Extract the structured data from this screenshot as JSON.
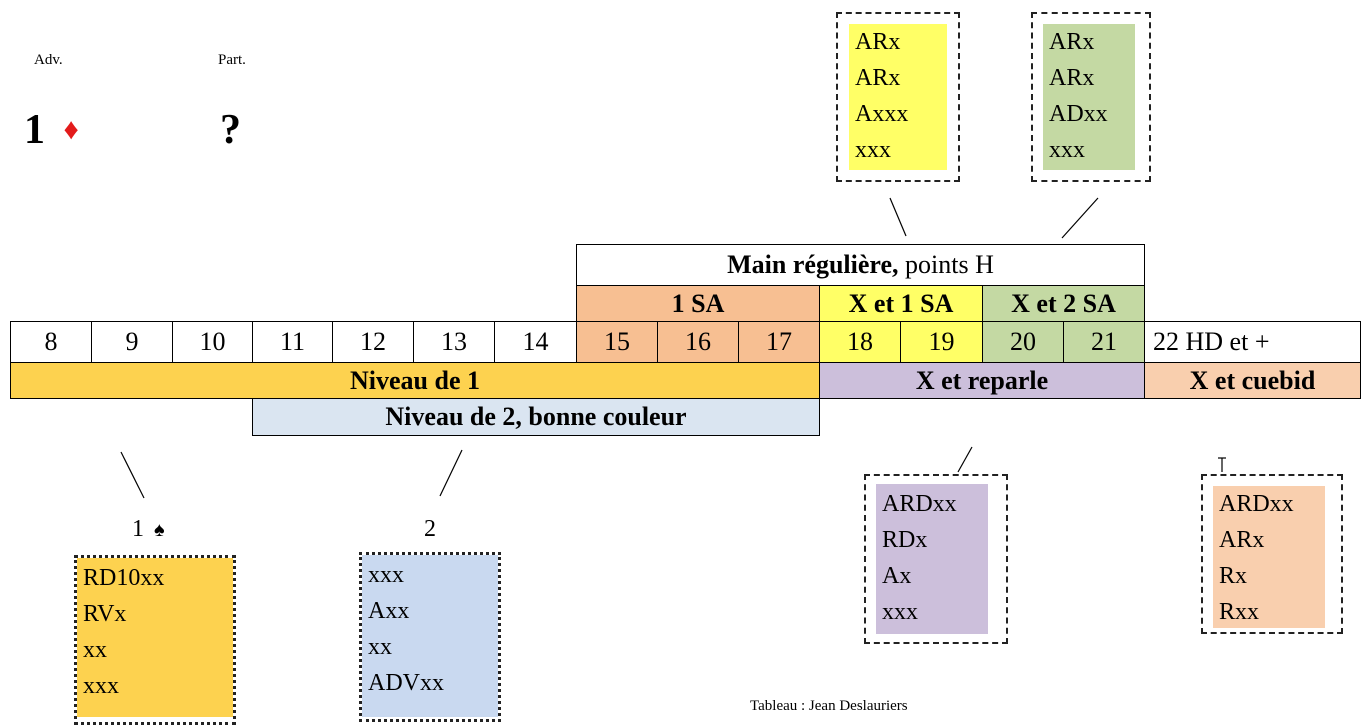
{
  "bidding": {
    "adv_label": "Adv.",
    "part_label": "Part.",
    "adv_bid_level": "1",
    "adv_bid_suit": "♦",
    "part_bid": "?"
  },
  "header": {
    "regular_hand_bold": "Main régulière,",
    "regular_hand_rest": " points H",
    "groups": [
      "1 SA",
      "X et 1 SA",
      "X et 2 SA"
    ]
  },
  "points": [
    "8",
    "9",
    "10",
    "11",
    "12",
    "13",
    "14",
    "15",
    "16",
    "17",
    "18",
    "19",
    "20",
    "21",
    "22 HD et +"
  ],
  "levels": {
    "niveau1": "Niveau de 1",
    "reparle": "X et reparle",
    "cuebid": "X et cuebid",
    "niveau2": "Niveau de 2, bonne couleur"
  },
  "hands": {
    "one_nt_x": [
      "ARx",
      "ARx",
      "Axxx",
      "xxx"
    ],
    "two_nt_x": [
      "ARx",
      "ARx",
      "ADxx",
      "xxx"
    ],
    "one_spade_label_num": "1",
    "one_spade_label_suit": "♠",
    "one_spade": [
      "RD10xx",
      "RVx",
      "xx",
      "xxx"
    ],
    "two_label": "2",
    "two_level": [
      "xxx",
      "Axx",
      "xx",
      "ADVxx"
    ],
    "reparle": [
      "ARDxx",
      "RDx",
      "Ax",
      "xxx"
    ],
    "cuebid": [
      "ARDxx",
      "ARx",
      "Rx",
      "Rxx"
    ]
  },
  "credit": "Tableau : Jean Deslauriers",
  "colors": {
    "orange": "#f7bf92",
    "yellow": "#ffff66",
    "green": "#c4d9a3",
    "gold": "#fdd24f",
    "purple": "#ccbfdb",
    "peach": "#f9cfae",
    "blue": "#dae5f1",
    "diamond_red": "#e31b1b"
  }
}
